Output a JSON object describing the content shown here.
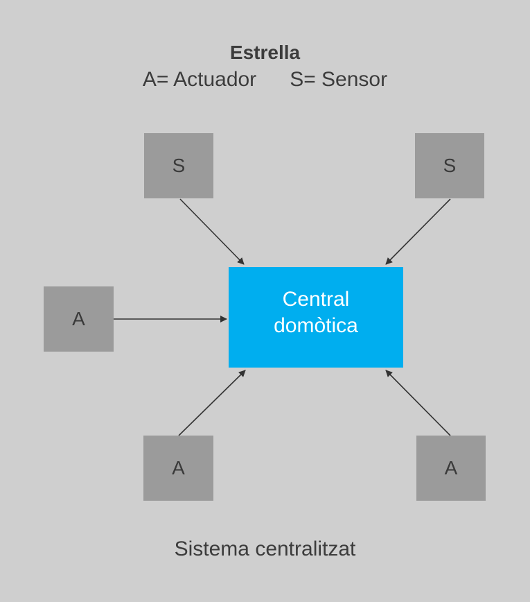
{
  "title": "Estrella",
  "legend": {
    "actuator": "A= Actuador",
    "sensor": "S= Sensor"
  },
  "central": {
    "line1": "Central",
    "line2": "domòtica"
  },
  "nodes": {
    "sensor_top_left": "S",
    "sensor_top_right": "S",
    "actuator_left": "A",
    "actuator_bottom_left": "A",
    "actuator_bottom_right": "A"
  },
  "caption": "Sistema centralitzat",
  "colors": {
    "background": "#cfcfcf",
    "node": "#9b9b9b",
    "central": "#00aeef",
    "arrow": "#333333"
  }
}
